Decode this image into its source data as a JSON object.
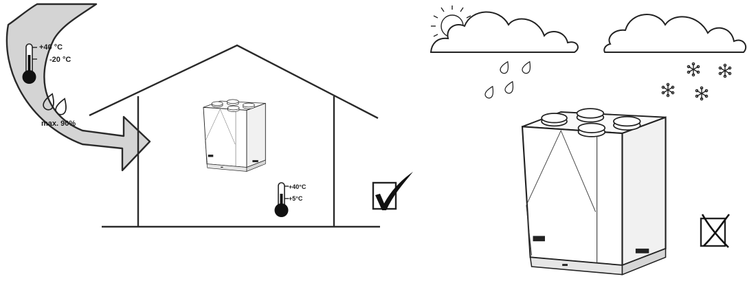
{
  "outdoor_conditions": {
    "temp_max": "+40 °C",
    "temp_min": "-20 °C",
    "humidity": "max. 90%"
  },
  "indoor_conditions": {
    "temp_max": "+40°C",
    "temp_min": "+5°C"
  },
  "verdicts": {
    "indoor_installation": "allowed",
    "outdoor_installation": "not-allowed"
  },
  "icons": [
    "arrow-icon",
    "thermometer-icon",
    "droplet-icon",
    "house-icon",
    "ventilation-unit-icon",
    "checkbox-checked-icon",
    "sun-icon",
    "cloud-icon",
    "raindrop-icon",
    "snowflake-icon",
    "checkbox-crossed-icon"
  ]
}
